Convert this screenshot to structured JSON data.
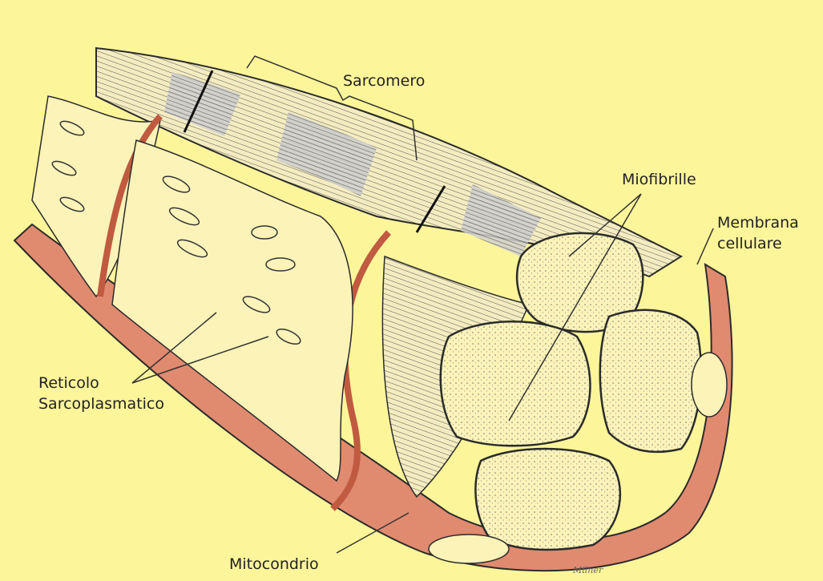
{
  "labels": {
    "sarcomero": "Sarcomero",
    "miofibrille": "Miofibrille",
    "membrana_line1": "Membrana",
    "membrana_line2": "cellulare",
    "reticolo_line1": "Reticolo",
    "reticolo_line2": "Sarcoplasmatico",
    "mitocondrio": "Mitocondrio"
  },
  "signature": "Milner",
  "colors": {
    "background": "#fdf59a",
    "membrane": "#e08a70",
    "membrane_dark": "#b0503a",
    "fibril": "#fbf3b8",
    "outline": "#2b2b2b"
  }
}
